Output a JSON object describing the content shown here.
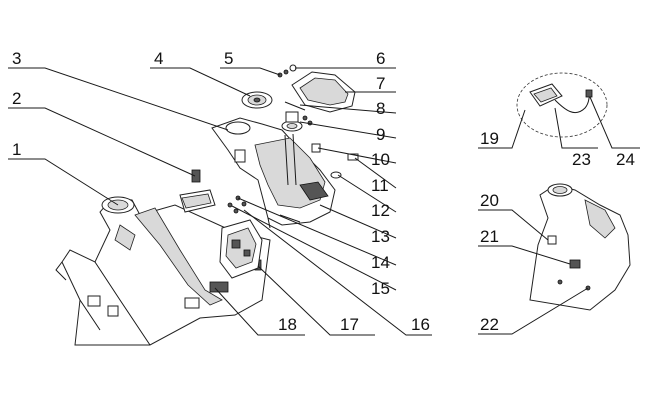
{
  "diagram": {
    "callouts": [
      "1",
      "2",
      "3",
      "4",
      "5",
      "6",
      "7",
      "8",
      "9",
      "10",
      "11",
      "12",
      "13",
      "14",
      "15",
      "16",
      "17",
      "18",
      "19",
      "20",
      "21",
      "22",
      "23",
      "24"
    ],
    "colors": {
      "line": "#1a1a1a",
      "paper": "#ffffff",
      "shade": "#d9d9d9"
    }
  }
}
